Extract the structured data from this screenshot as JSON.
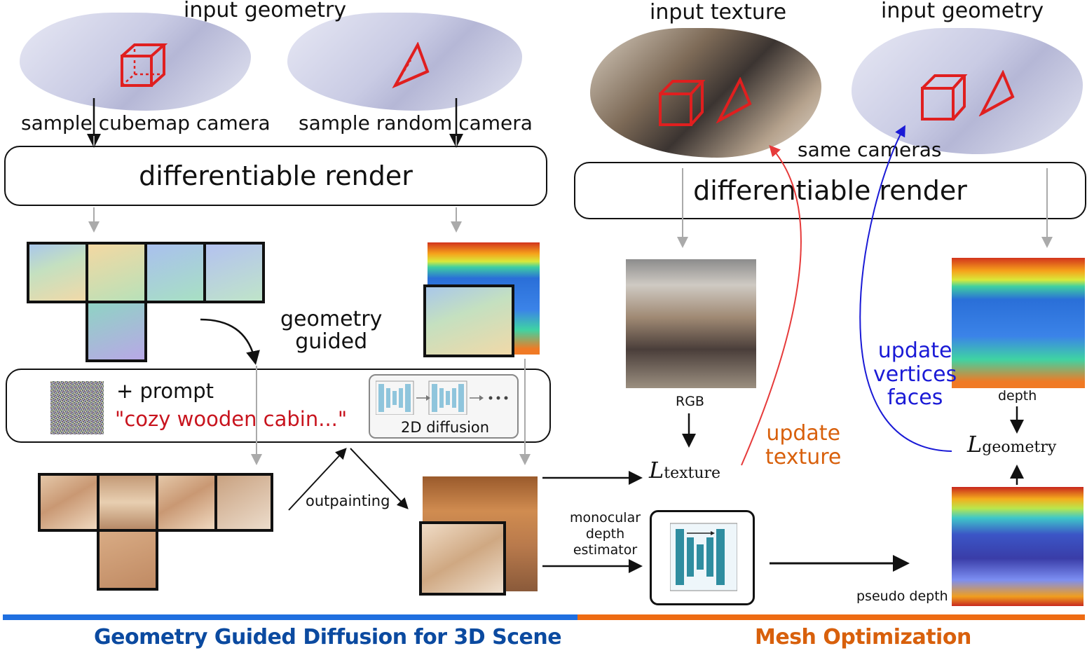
{
  "labels": {
    "input_geometry_left": "input geometry",
    "sample_cubemap_camera": "sample cubemap camera",
    "sample_random_camera": "sample random camera",
    "differentiable_render_left": "differentiable render",
    "geometry_guided": "geometry\nguided",
    "prompt_plus": "+ prompt",
    "prompt_text": "\"cozy wooden cabin...\"",
    "diffusion_2d": "2D diffusion",
    "outpainting": "outpainting",
    "input_texture": "input texture",
    "input_geometry_right": "input geometry",
    "same_cameras": "same cameras",
    "differentiable_render_right": "differentiable render",
    "rgb": "RGB",
    "depth": "depth",
    "update_vertices_faces": "update\nvertices\nfaces",
    "update_texture": "update\ntexture",
    "l_texture_base": "L",
    "l_texture_sub": "texture",
    "l_geometry_base": "L",
    "l_geometry_sub": "geometry",
    "monocular_depth_estimator": "monocular\ndepth\nestimator",
    "pseudo_depth": "pseudo depth"
  },
  "footer": {
    "left_title": "Geometry Guided Diffusion for 3D Scene",
    "right_title": "Mesh Optimization"
  },
  "colors": {
    "left_bar": "#1f6fe0",
    "right_bar": "#ee6b12",
    "left_title": "#0b4aa0",
    "right_title": "#d8600c",
    "camera_red": "#e01f1f",
    "prompt_red": "#c8141e",
    "update_blue": "#1a1ad6",
    "update_orange": "#d8600c",
    "unet_teal": "#2f8da0"
  }
}
